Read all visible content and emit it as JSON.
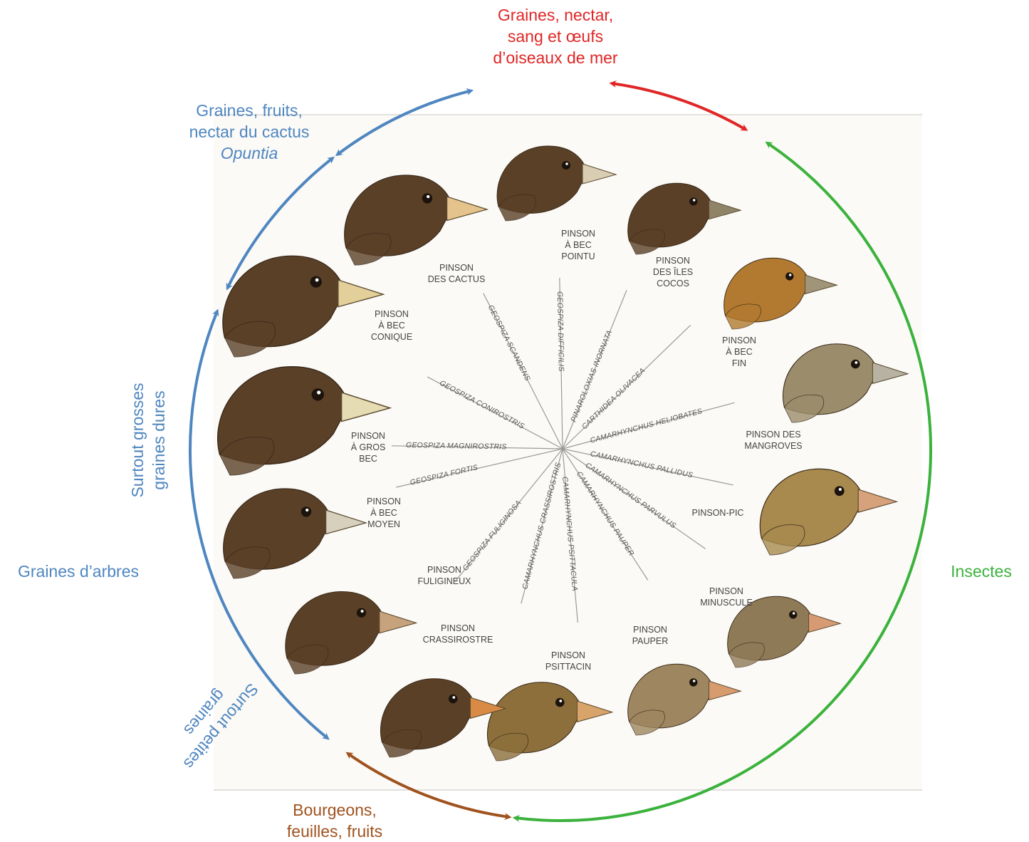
{
  "diets": {
    "red": [
      "Graines, nectar,",
      "sang et œufs",
      "d’oiseaux de mer"
    ],
    "cactus": [
      "Graines, fruits,",
      "nectar du cactus",
      "Opuntia"
    ],
    "hard_seeds": [
      "Surtout grosses",
      "graines dures"
    ],
    "tree_seeds": "Graines d’arbres",
    "small_seeds": [
      "Surtout petites",
      "graines"
    ],
    "buds": [
      "Bourgeons,",
      "feuilles, fruits"
    ],
    "insects": "Insectes"
  },
  "colors": {
    "seeds": "#4f86c0",
    "carnivore": "#e02626",
    "insects": "#3bb23c",
    "buds": "#a0521e",
    "plumage_dark": "#5b4028",
    "plumage_light": "#a98a55"
  },
  "finches": [
    {
      "name": [
        "PINSON",
        "À BEC",
        "POINTU"
      ],
      "species": "GEOSPIZA DIFFICILIS"
    },
    {
      "name": [
        "PINSON",
        "DES ÎLES",
        "COCOS"
      ],
      "species": "PINAROLOXIAS INORNATA"
    },
    {
      "name": [
        "PINSON",
        "À BEC",
        "FIN"
      ],
      "species": "CARTHIDEA OLIVACEA"
    },
    {
      "name": [
        "PINSON DES",
        "MANGROVES"
      ],
      "species": "CAMARHYNCHUS HELIOBATES"
    },
    {
      "name": [
        "PINSON-PIC"
      ],
      "species": "CAMARHYNCHUS PALLIDUS"
    },
    {
      "name": [
        "PINSON",
        "MINUSCULE"
      ],
      "species": "CAMARHYNCHUS PARVULUS"
    },
    {
      "name": [
        "PINSON",
        "PAUPER"
      ],
      "species": "CAMARHYNCHUS PAUPER"
    },
    {
      "name": [
        "PINSON",
        "PSITTACIN"
      ],
      "species": "CAMARHYNCHUS PSITTACULA"
    },
    {
      "name": [
        "PINSON",
        "CRASSIROSTRE"
      ],
      "species": "CAMARHYNCHUS CRASSIROSTRIS"
    },
    {
      "name": [
        "PINSON",
        "FULIGINEUX"
      ],
      "species": "GEOSPIZA FULIGINOSA"
    },
    {
      "name": [
        "PINSON",
        "À BEC",
        "MOYEN"
      ],
      "species": "GEOSPIZA FORTIS"
    },
    {
      "name": [
        "PINSON",
        "À GROS",
        "BEC"
      ],
      "species": "GEOSPIZA MAGNIROSTRIS"
    },
    {
      "name": [
        "PINSON",
        "À BEC",
        "CONIQUE"
      ],
      "species": "GEOSPIZA CONIROSTRIS"
    },
    {
      "name": [
        "PINSON",
        "DES CACTUS"
      ],
      "species": "GEOSPIZA SCANDENS"
    }
  ]
}
